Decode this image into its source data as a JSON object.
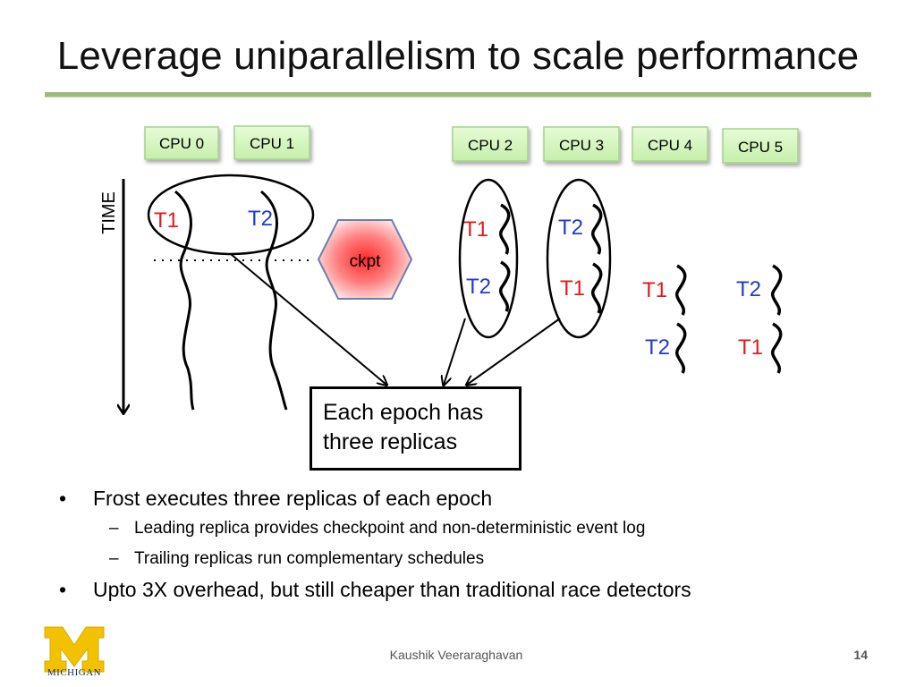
{
  "slide": {
    "title": "Leverage uniparallelism to scale performance",
    "slide_number": "14",
    "footer": "Kaushik Veeraraghavan",
    "logo_text": "MICHIGAN"
  },
  "diagram": {
    "time_label": "TIME",
    "checkpoint_label": "ckpt",
    "callout": [
      "Each epoch has",
      "three replicas"
    ],
    "cpus": [
      "CPU 0",
      "CPU 1",
      "CPU 2",
      "CPU 3",
      "CPU 4",
      "CPU 5"
    ],
    "threads": {
      "cpu0": "T1",
      "cpu1": "T2",
      "cpu2": [
        "T1",
        "T2"
      ],
      "cpu3": [
        "T2",
        "T1"
      ],
      "cpu4": [
        "T1",
        "T2"
      ],
      "cpu5": [
        "T2",
        "T1"
      ]
    },
    "colors": {
      "cpu_box_fill": "#d7f7c3",
      "cpu_box_border": "#a6d18f",
      "t1": "#e31a1c",
      "t2": "#1f3bd1",
      "ckpt_center": "#ff3333",
      "ckpt_edge": "#ffdddd"
    }
  },
  "bullets": [
    {
      "text": "Frost executes three replicas of each epoch",
      "subitems": [
        "Leading replica provides checkpoint and non-deterministic event log",
        "Trailing replicas run complementary schedules"
      ]
    },
    {
      "text": "Upto 3X overhead, but still cheaper than traditional race detectors",
      "subitems": []
    }
  ]
}
